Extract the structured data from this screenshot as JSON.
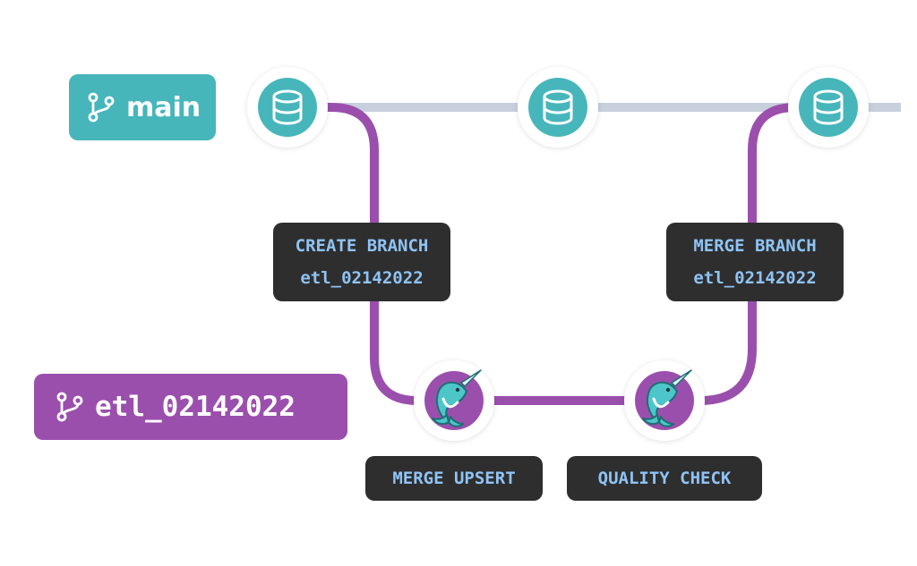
{
  "branches": {
    "main": {
      "label": "main",
      "color": "#47b6bb",
      "icon": "git-branch-icon"
    },
    "etl": {
      "label": "etl_02142022",
      "color": "#9b4fad",
      "icon": "git-branch-icon"
    }
  },
  "nodes": {
    "main": {
      "icon": "database-icon",
      "count": 3,
      "color": "#47b6bb"
    },
    "etl": {
      "icon": "narwhal-icon",
      "count": 2,
      "color": "#9b4fad"
    }
  },
  "operations": {
    "create_branch": {
      "title": "CREATE BRANCH",
      "subtitle": "etl_02142022"
    },
    "merge_branch": {
      "title": "MERGE BRANCH",
      "subtitle": "etl_02142022"
    },
    "merge_upsert": {
      "title": "MERGE UPSERT"
    },
    "quality_check": {
      "title": "QUALITY CHECK"
    }
  },
  "colors": {
    "main_line": "#c7d0dc",
    "branch_line": "#9b4fad",
    "label_bg": "#2e2e2e",
    "label_text": "#8fc3f5"
  }
}
